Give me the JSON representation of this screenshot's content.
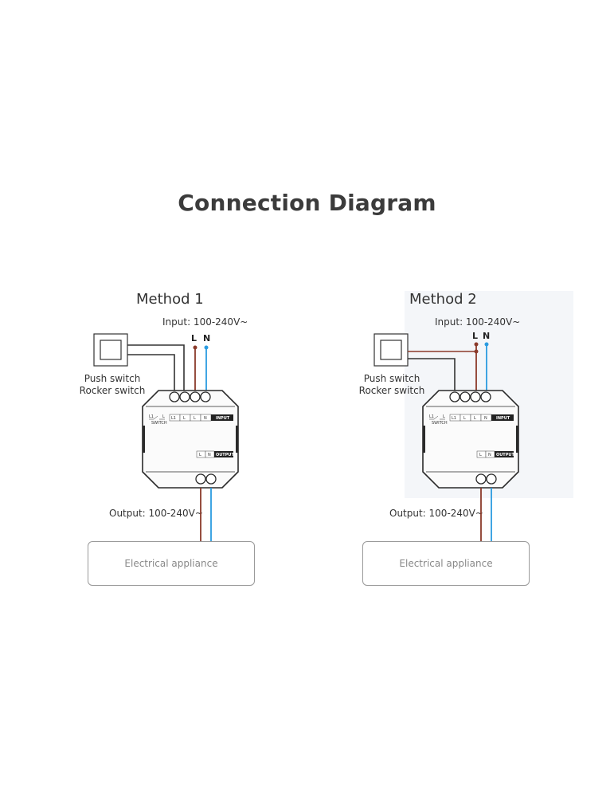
{
  "title": "Connection Diagram",
  "colors": {
    "live": "#8b3a2a",
    "neutral": "#2b9be0",
    "switch_wire": "#333333",
    "device_outline": "#2a2a2a"
  },
  "methods": [
    {
      "title": "Method 1",
      "input_label": "Input: 100-240V~",
      "terminal_L": "L",
      "terminal_N": "N",
      "switch_label_1": "Push switch",
      "switch_label_2": "Rocker switch",
      "output_label": "Output: 100-240V~",
      "appliance_label": "Electrical appliance"
    },
    {
      "title": "Method 2",
      "input_label": "Input: 100-240V~",
      "terminal_L": "L",
      "terminal_N": "N",
      "switch_label_1": "Push switch",
      "switch_label_2": "Rocker switch",
      "output_label": "Output: 100-240V~",
      "appliance_label": "Electrical appliance"
    }
  ],
  "device": {
    "input_terminals": [
      "L1",
      "L",
      "L",
      "N"
    ],
    "input_tag": "INPUT",
    "output_terminals": [
      "L",
      "N"
    ],
    "output_tag": "OUTPUT",
    "symbol_left": "L1",
    "symbol_right": "L",
    "symbol_caption": "SWITCH"
  }
}
